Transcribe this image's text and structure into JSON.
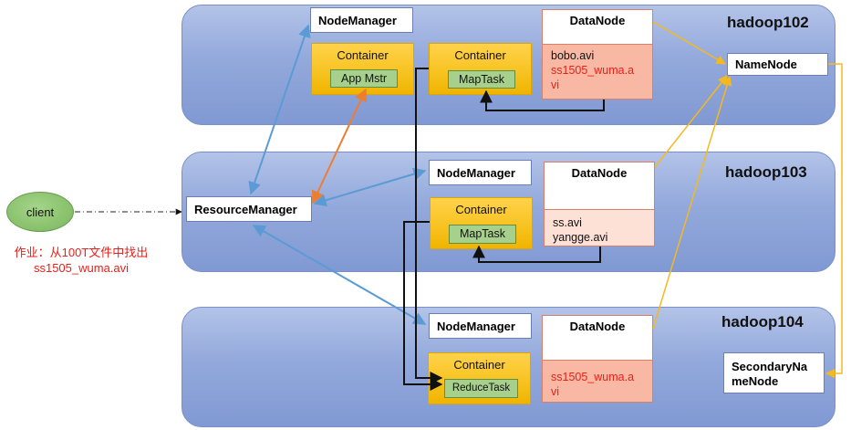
{
  "hosts": [
    {
      "name": "hadoop102"
    },
    {
      "name": "hadoop103"
    },
    {
      "name": "hadoop104"
    }
  ],
  "client": {
    "label": "client"
  },
  "note": {
    "line1": "作业：从100T文件中找出",
    "line2": "ss1505_wuma.avi"
  },
  "resource_manager": {
    "label": "ResourceManager"
  },
  "name_node": {
    "label": "NameNode"
  },
  "secondary_name_node": {
    "line1": "SecondaryNa",
    "line2": "meNode"
  },
  "node_managers": [
    {
      "label": "NodeManager"
    },
    {
      "label": "NodeManager"
    },
    {
      "label": "NodeManager"
    }
  ],
  "containers": [
    {
      "title": "Container",
      "task": "App Mstr"
    },
    {
      "title": "Container",
      "task": "MapTask"
    },
    {
      "title": "Container",
      "task": "MapTask"
    },
    {
      "title": "Container",
      "task": "ReduceTask"
    }
  ],
  "data_nodes": [
    {
      "label": "DataNode",
      "files": [
        {
          "text": "bobo.avi",
          "color": "#111111"
        },
        {
          "text": "ss1505_wuma.a",
          "color": "#e8201a"
        },
        {
          "text": "vi",
          "color": "#e8201a"
        }
      ]
    },
    {
      "label": "DataNode",
      "files": [
        {
          "text": "ss.avi",
          "color": "#111111"
        },
        {
          "text": "yangge.avi",
          "color": "#111111"
        }
      ]
    },
    {
      "label": "DataNode",
      "files": [
        {
          "text": "ss1505_wuma.a",
          "color": "#e8201a"
        },
        {
          "text": "vi",
          "color": "#e8201a"
        }
      ]
    }
  ],
  "colors": {
    "host_fill": "#93a9dc",
    "container_fill": "#f7c21f",
    "task_fill": "#a8d08d",
    "datanode_files_fill": "#f8b8a4",
    "blue_arrow": "#5b9bd5",
    "orange_arrow": "#ed7d31",
    "yellow_line": "#f5b91e",
    "highlight_text": "#e8201a"
  }
}
